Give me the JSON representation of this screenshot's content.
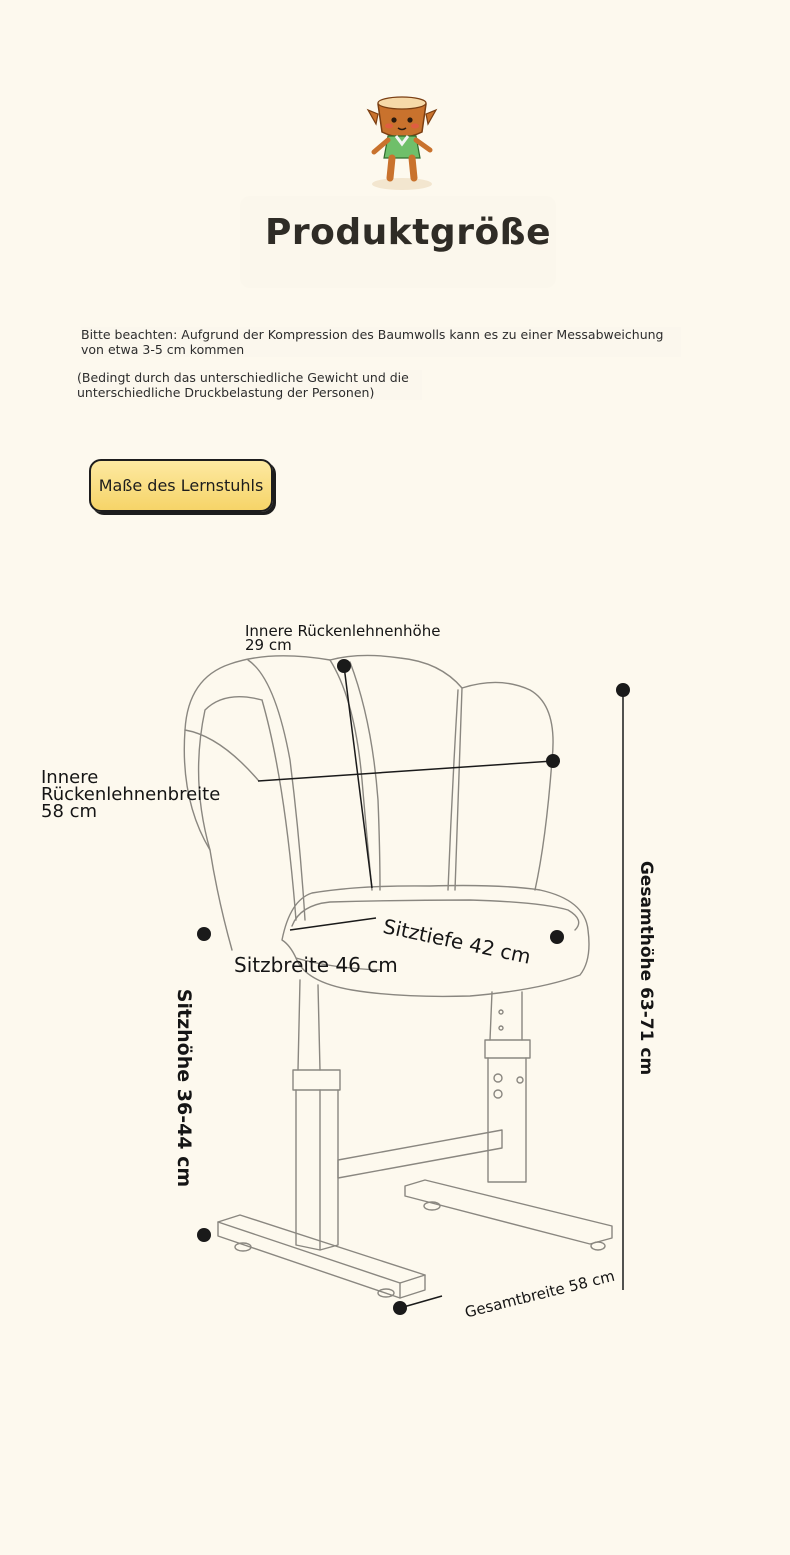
{
  "header": {
    "title": "Produktgröße"
  },
  "notes": {
    "line1": "Bitte beachten: Aufgrund der Kompression des Baumwolls kann es zu einer Messabweichung von etwa 3-5 cm kommen",
    "line2": "(Bedingt durch das unterschiedliche Gewicht und die unterschiedliche Druckbelastung der Personen)"
  },
  "section_button": {
    "label": "Maße des Lernstuhls"
  },
  "dimensions": {
    "inner_back_height": "Innere Rückenlehnenhöhe 29 cm",
    "inner_back_width": "Innere Rückenlehnenbreite 58 cm",
    "seat_depth": "Sitztiefe 42 cm",
    "seat_width": "Sitzbreite 46 cm",
    "total_height": "Gesamthöhe 63-71 cm",
    "seat_height": "Sitzhöhe 36-44 cm",
    "total_width": "Gesamtbreite 58 cm"
  },
  "colors": {
    "background": "#fdf9ee",
    "button_fill": "#f6d468",
    "ink": "#1d1d1d",
    "mascot_body": "#c9722d",
    "mascot_shirt": "#6fbf6a"
  },
  "icons": {
    "mascot": "tree-stump-mascot-icon"
  }
}
